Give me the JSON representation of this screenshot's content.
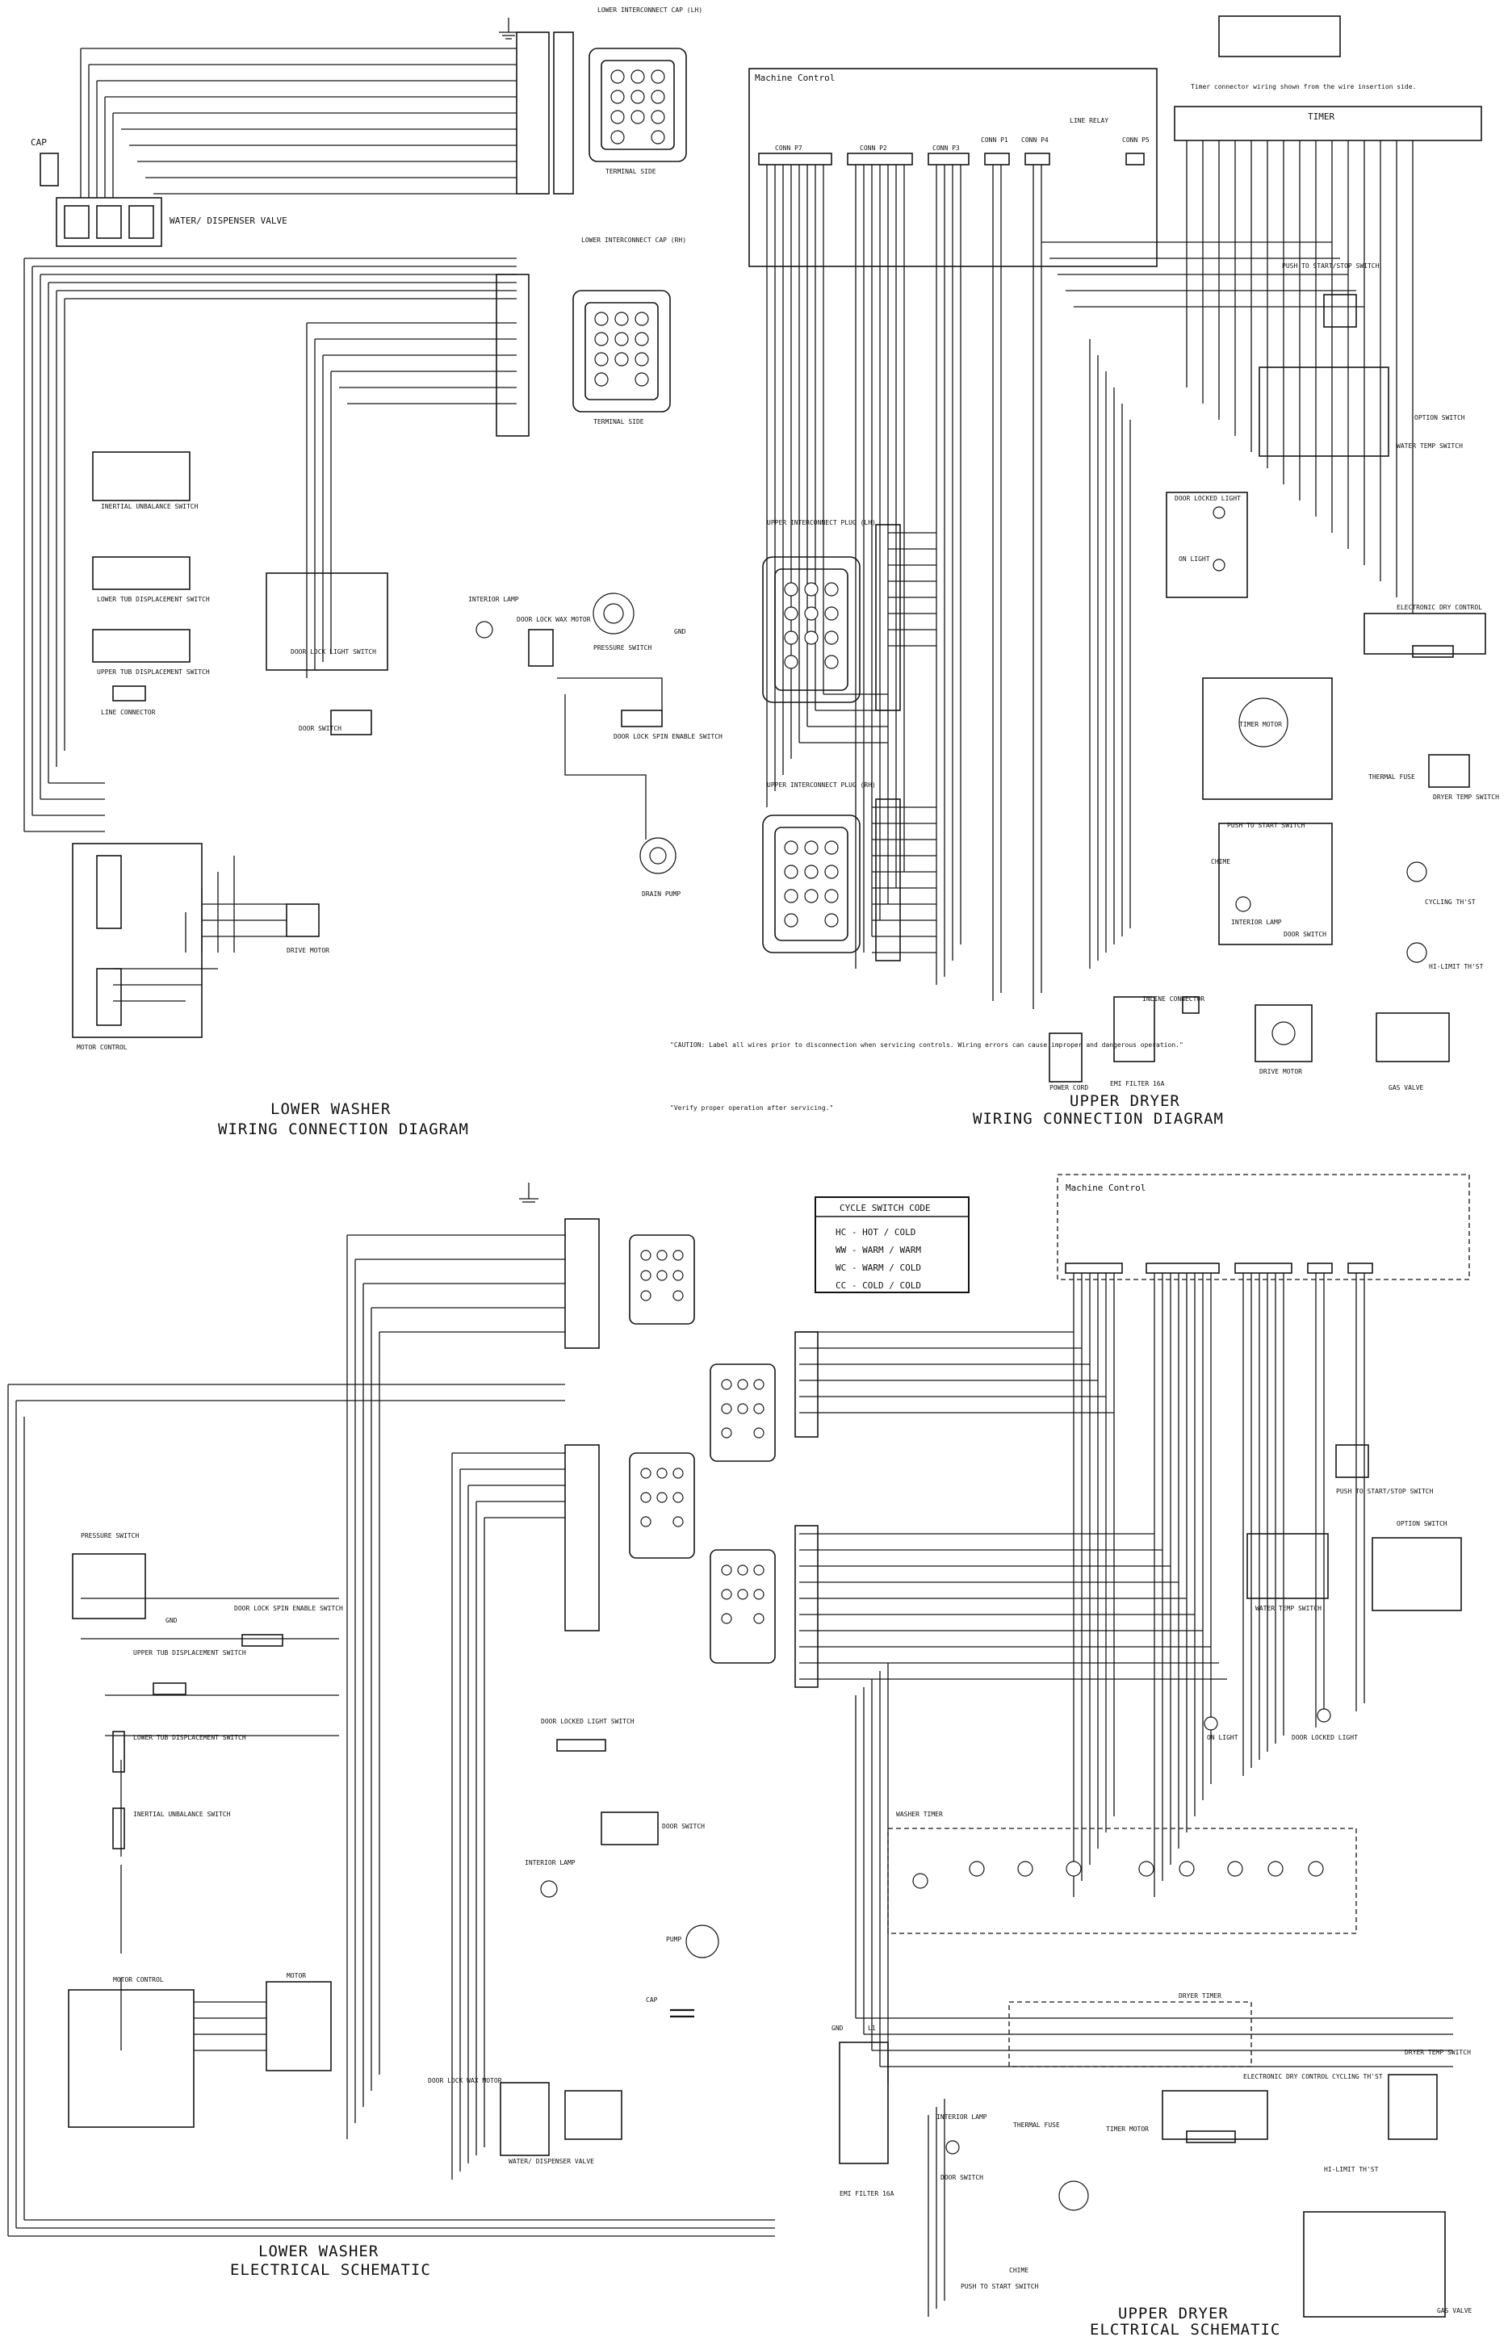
{
  "diagram": {
    "lower_washer_wiring": {
      "title_line1": "LOWER WASHER",
      "title_line2": "WIRING CONNECTION DIAGRAM",
      "components": {
        "water_valve": "WATER/ DISPENSER VALVE",
        "cap": "CAP",
        "lower_cap_lh": "LOWER INTERCONNECT CAP (LH)",
        "lower_cap_rh": "LOWER INTERCONNECT CAP (RH)",
        "terminal_side": "TERMINAL SIDE",
        "inertial": "INERTIAL UNBALANCE SWITCH",
        "lower_tub": "LOWER TUB DISPLACEMENT SWITCH",
        "upper_tub": "UPPER TUB DISPLACEMENT SWITCH",
        "line_connector": "LINE CONNECTOR",
        "door_lock_light": "DOOR LOCK LIGHT SWITCH",
        "interior_lamp": "INTERIOR LAMP",
        "door_lock_wax": "DOOR LOCK WAX MOTOR",
        "pressure_switch": "PRESSURE SWITCH",
        "gnd": "GND",
        "door_switch": "DOOR SWITCH",
        "spin_enable": "DOOR LOCK SPIN ENABLE SWITCH",
        "drain_pump": "DRAIN PUMP",
        "drive_motor": "DRIVE MOTOR",
        "motor_control": "MOTOR CONTROL"
      }
    },
    "upper_dryer_wiring": {
      "title_line1": "UPPER DRYER",
      "title_line2": "WIRING CONNECTION DIAGRAM",
      "machine_control": "Machine Control",
      "connectors": [
        "CONN P7",
        "CONN P2",
        "CONN P3",
        "CONN P1",
        "CONN P4",
        "CONN P5"
      ],
      "line_relay": "LINE RELAY",
      "timer_note": "Timer connector wiring shown from the wire insertion side.",
      "timer": "TIMER",
      "components": {
        "push_start": "PUSH TO START/STOP SWITCH",
        "option_switch": "OPTION SWITCH",
        "water_temp": "WATER TEMP SWITCH",
        "door_locked_light": "DOOR LOCKED LIGHT",
        "on_light": "ON LIGHT",
        "electronic_dry": "ELECTRONIC DRY CONTROL",
        "upper_plug_lh": "UPPER INTERCONNECT PLUG (LH)",
        "upper_plug_rh": "UPPER INTERCONNECT PLUG (RH)",
        "timer_motor": "TIMER MOTOR",
        "thermal_fuse": "THERMAL FUSE",
        "dryer_temp": "DRYER TEMP SWITCH",
        "push_start2": "PUSH TO START SWITCH",
        "chime": "CHIME",
        "interior_lamp": "INTERIOR LAMP",
        "door_switch": "DOOR SWITCH",
        "cycling": "CYCLING TH'ST",
        "hi_limit": "HI-LIMIT TH'ST",
        "inline": "INLINE CONNECTOR",
        "drive_motor": "DRIVE MOTOR",
        "power_cord": "POWER CORD",
        "emi": "EMI FILTER 16A",
        "gas_valve": "GAS VALVE"
      },
      "caution": "\"CAUTION: Label all wires prior to disconnection when servicing controls. Wiring errors can cause improper and dangerous operation.\"",
      "verify": "\"Verify proper operation after servicing.\""
    },
    "lower_washer_schematic": {
      "title_line1": "LOWER WASHER",
      "title_line2": "ELECTRICAL SCHEMATIC",
      "components": {
        "pressure": "PRESSURE SWITCH",
        "spin_enable": "DOOR LOCK SPIN ENABLE SWITCH",
        "upper_tub": "UPPER TUB DISPLACEMENT SWITCH",
        "lower_tub": "LOWER TUB DISPLACEMENT SWITCH",
        "inertial": "INERTIAL UNBALANCE SWITCH",
        "door_locked_light": "DOOR LOCKED LIGHT SWITCH",
        "door_switch": "DOOR SWITCH",
        "interior_lamp": "INTERIOR LAMP",
        "motor_control": "MOTOR CONTROL",
        "motor": "MOTOR",
        "pump": "PUMP",
        "cap": "CAP",
        "wax": "DOOR LOCK WAX MOTOR",
        "valve": "WATER/ DISPENSER VALVE",
        "gnd": "GND"
      }
    },
    "upper_dryer_schematic": {
      "title_line1": "UPPER DRYER",
      "title_line2": "ELCTRICAL SCHEMATIC",
      "cycle_code_title": "CYCLE SWITCH CODE",
      "cycle_codes": [
        "HC - HOT / COLD",
        "WW - WARM / WARM",
        "WC - WARM / COLD",
        "CC - COLD / COLD"
      ],
      "machine_control": "Machine Control",
      "components": {
        "push_start": "PUSH TO START/STOP SWITCH",
        "option": "OPTION SWITCH",
        "water_temp": "WATER TEMP SWITCH",
        "on_light": "ON LIGHT",
        "door_locked": "DOOR LOCKED LIGHT",
        "washer_timer": "WASHER TIMER",
        "dryer_timer": "DRYER TIMER",
        "electronic_dry": "ELECTRONIC DRY CONTROL",
        "cycling": "CYCLING TH'ST",
        "dryer_temp": "DRYER TEMP SWITCH",
        "hi_limit": "HI-LIMIT TH'ST",
        "gas_valve": "GAS VALVE",
        "timer_motor": "TIMER MOTOR",
        "interior_lamp": "INTERIOR LAMP",
        "door_switch": "DOOR SWITCH",
        "thermal_fuse": "THERMAL FUSE",
        "emi": "EMI FILTER 16A",
        "chime": "CHIME",
        "push_start2": "PUSH TO START SWITCH",
        "gnd": "GND",
        "l1": "L1"
      }
    }
  }
}
